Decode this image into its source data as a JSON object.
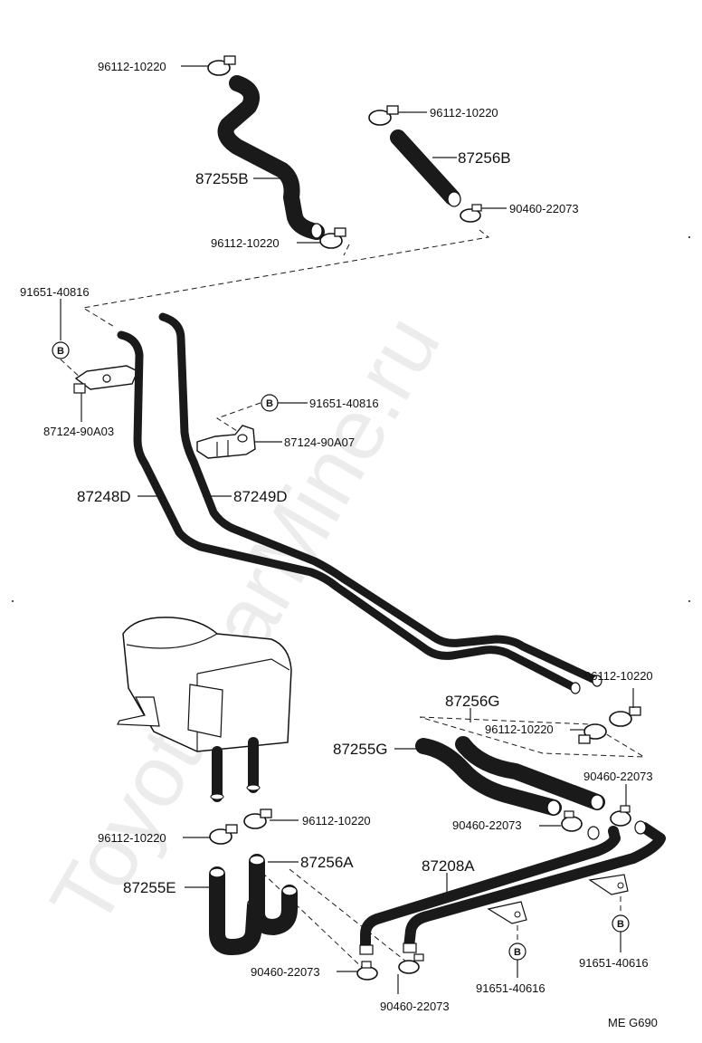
{
  "watermark": "ToyotaCarMine.ru",
  "diagram_code": "ME  G690",
  "marker_letter": "B",
  "labels": {
    "clamp_top_left": "96112-10220",
    "clamp_top_right": "96112-10220",
    "hose_87256B": "87256B",
    "hose_87255B": "87255B",
    "clamp_90460_top": "90460-22073",
    "clamp_mid_left": "96112-10220",
    "bolt_left": "91651-40816",
    "bracket_left": "87124-90A03",
    "bolt_mid": "91651-40816",
    "bracket_mid": "87124-90A07",
    "pipe_87248D": "87248D",
    "pipe_87249D": "87249D",
    "clamp_right_1": "96112-10220",
    "hose_87256G": "87256G",
    "clamp_right_2": "96112-10220",
    "hose_87255G": "87255G",
    "clamp_90460_right": "90460-22073",
    "clamp_lower_1": "96112-10220",
    "clamp_lower_2": "96112-10220",
    "clamp_90460_mid": "90460-22073",
    "hose_87256A": "87256A",
    "pipe_87208A": "87208A",
    "hose_87255E": "87255E",
    "clamp_90460_bottom_1": "90460-22073",
    "bolt_bottom_mid": "91651-40616",
    "bolt_bottom_right": "91651-40616",
    "clamp_90460_bottom_2": "90460-22073"
  }
}
